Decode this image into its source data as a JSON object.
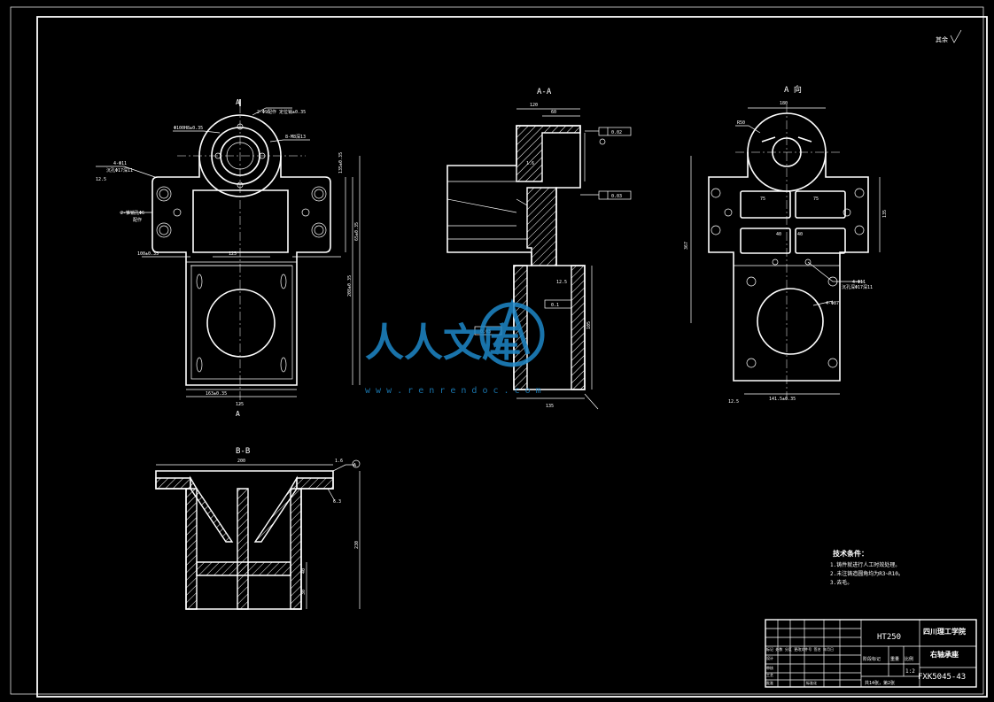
{
  "views": {
    "section_aa": "A-A",
    "view_a": "A 向",
    "section_bb": "B-B",
    "cut_mark": "A"
  },
  "roughness_note": "其余",
  "dims_front": {
    "d1": "2-Φ9配作 定位销±0.35",
    "d2": "Φ100H8±0.35",
    "d3": "8-M8深13",
    "d4": "4-Φ11",
    "d5": "沉孔Φ17深11",
    "d6": "2-锥销孔Φ6",
    "d7": "配作",
    "d8": "12.5",
    "d9": "100±0.35",
    "d10": "135±0.35",
    "d11": "208±0.35",
    "d12": "65±0.35",
    "d13": "125",
    "d14": "163±0.35"
  },
  "dims_section_aa": {
    "d1": "120",
    "d2": "60",
    "d3": "0.02",
    "d4": "0.03",
    "d5": "0.1",
    "d6": "0.03",
    "d7": "12.5",
    "d8": "135",
    "d9": "105",
    "d10": "1.6"
  },
  "dims_view_a": {
    "d1": "180",
    "d2": "R50",
    "d3": "75",
    "d4": "75",
    "d5": "40",
    "d6": "40",
    "d7": "4-Φ11",
    "d8": "沉孔深Φ17深11",
    "d9": "4-Φ87",
    "d10": "141.5±0.35",
    "d11": "367",
    "d12": "135",
    "d13": "12.5"
  },
  "dims_section_bb": {
    "d1": "200",
    "d2": "1.6",
    "d3": "A",
    "d4": "6.3",
    "d5": "230",
    "d6": "40",
    "d7": "30"
  },
  "tech_req": {
    "title": "技术条件：",
    "items": [
      "1.铸件就进行人工时效处理。",
      "2.未注铸造圆角均为R3~R10。",
      "3.去毛。"
    ]
  },
  "title_block": {
    "material": "HT250",
    "school": "四川理工学院",
    "part_name": "右轴承座",
    "scale_label": "比例",
    "scale_value": "1:2",
    "weight_label": "重量",
    "stage_label": "阶段标记",
    "sheets": "共14张，第2张",
    "drawing_no": "FXK5045-43",
    "row1": "标记 处数 分区 更改文件号 签名 年月日",
    "row2": "设计",
    "row3": "审核",
    "row4": "工艺",
    "row5": "标准化",
    "row6": "批准"
  },
  "watermark": {
    "text": "人人文库",
    "url": "w w w . r e n r e n d o c . c o m"
  }
}
